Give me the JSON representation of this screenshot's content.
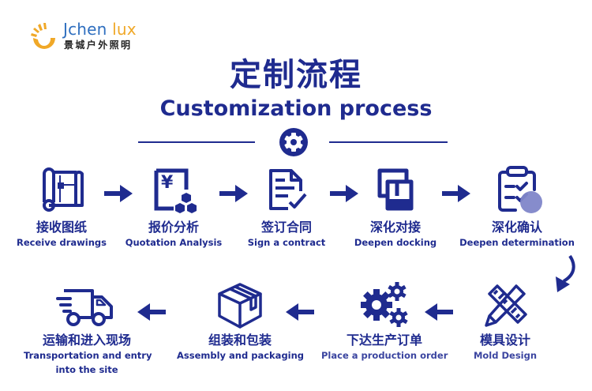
{
  "brand": {
    "name_part1": "Jchen",
    "name_part2": " lux",
    "tagline_cn": "景城户外照明",
    "colors": {
      "blue": "#2f6fbf",
      "orange": "#f0a828"
    }
  },
  "header": {
    "title_cn": "定制流程",
    "title_en": "Customization process",
    "divider_icon": "gear-icon"
  },
  "theme": {
    "primary": "#1f2b8f",
    "accent_circle": "#7f86c9"
  },
  "steps": [
    {
      "cn": "接收图纸",
      "en": "Receive drawings",
      "icon": "blueprint-icon"
    },
    {
      "cn": "报价分析",
      "en": "Quotation Analysis",
      "icon": "yuan-quotation-icon"
    },
    {
      "cn": "签订合同",
      "en": "Sign a contract",
      "icon": "document-check-icon"
    },
    {
      "cn": "深化对接",
      "en": "Deepen docking",
      "icon": "docking-frames-icon"
    },
    {
      "cn": "深化确认",
      "en": "Deepen determination",
      "icon": "clipboard-check-icon"
    },
    {
      "cn": "模具设计",
      "en": "Mold Design",
      "icon": "ruler-pencil-icon"
    },
    {
      "cn": "下达生产订单",
      "en": "Place a production order",
      "icon": "gears-icon"
    },
    {
      "cn": "组装和包装",
      "en": "Assembly and packaging",
      "icon": "box-icon"
    },
    {
      "cn": "运输和进入现场",
      "en": "Transportation and entry",
      "en2": "into the site",
      "icon": "delivery-truck-icon"
    }
  ]
}
